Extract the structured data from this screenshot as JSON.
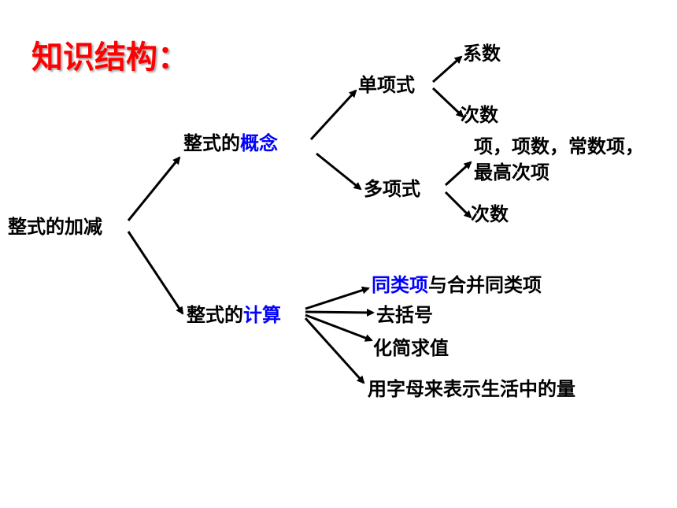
{
  "title": "知识结构：",
  "colors": {
    "title": "#ff0000",
    "highlight": "#0000ff",
    "text": "#000000"
  },
  "root": "整式的加减",
  "concept": {
    "prefix": "整式的",
    "highlight": "概念"
  },
  "calc": {
    "prefix": "整式的",
    "highlight": "计算"
  },
  "monomial": {
    "label": "单项式",
    "items": [
      "系数",
      "次数"
    ]
  },
  "polynomial": {
    "label": "多项式",
    "items": [
      "项，项数，常数项，",
      "最高次项",
      "次数"
    ]
  },
  "calc_items": {
    "like_terms_highlight": "同类项",
    "like_terms_rest": "与合并同类项",
    "brackets": "去括号",
    "simplify": "化简求值",
    "letters": "用字母来表示生活中的量"
  }
}
